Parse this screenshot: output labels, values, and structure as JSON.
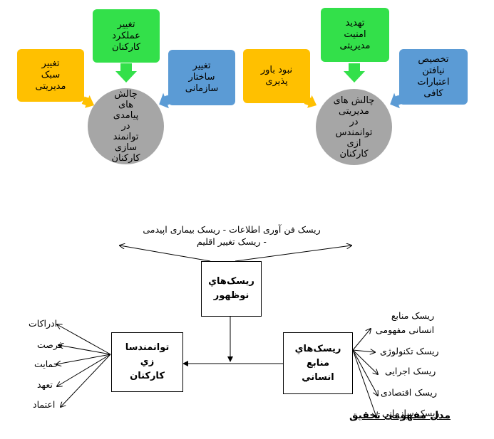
{
  "top_left": {
    "box_orange": "تغییر\nسبک\nمدیریتی",
    "box_green": "تغییر\nعملکرد\nکارکنان",
    "box_blue": "تغییر\nساختار\nسازمانی",
    "circle": "چالش\nهای\nپیامدی\nدر\nتوانمند\nسازی\nکارکنان"
  },
  "top_right": {
    "box_orange": "نبود باور\nپذیری",
    "box_green": "تهدید\nامنیت\nمدیریتی",
    "box_blue": "تخصیص\nنیافتن\nاعتبارات\nکافی",
    "circle": "چالش های\nمدیریتی\nدر\nتوانمندس\nازی\nکارکنان"
  },
  "bottom": {
    "top_text": "ریسک فن آوری اطلاعات - ریسک بیماری اپیدمی\n- ریسک تغییر اقلیم",
    "emergent_risks": "ریسک‌هاي\nنوظهور",
    "hr_risks": "ریسک‌هاي\nمنابع\nانساني",
    "empowerment": "توانمندسا\nزي\nکارکنان",
    "left_labels": [
      "ادراکات",
      "فرصت",
      "حمایت",
      "تعهد",
      "اعتماد"
    ],
    "right_labels": [
      "ریسک منابع\nانسانی مفهومی",
      "ریسک تکنولوژی",
      "ریسک اجرایی",
      "ریسک اقتصادی",
      "ریسک سازمانی"
    ],
    "caption": "مدل مفهومی تحقیق"
  },
  "colors": {
    "orange": "#ffc000",
    "green": "#33e04a",
    "blue": "#5b9bd5",
    "circle": "#a6a6a6"
  }
}
